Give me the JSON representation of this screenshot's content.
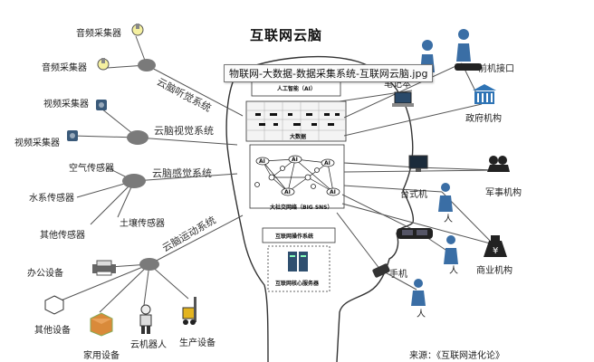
{
  "figure": {
    "title": "互联网云脑",
    "tooltip": "物联网-大数据-数据采集系统-互联网云脑.jpg",
    "source": "来源：《互联网进化论》"
  },
  "branches": {
    "hearing": "云脑听觉系统",
    "vision": "云脑视觉系统",
    "sensing": "云脑感觉系统",
    "motion": "云脑运动系统"
  },
  "left_nodes": {
    "audio1": "音频采集器",
    "audio2": "音频采集器",
    "video1": "视频采集器",
    "video2": "视频采集器",
    "air": "空气传感器",
    "water": "水系传感器",
    "soil": "土壤传感器",
    "other_sensor": "其他传感器",
    "office": "办公设备",
    "other_device": "其他设备",
    "home": "家用设备",
    "robot": "云机器人",
    "production": "生产设备"
  },
  "brain_layers": {
    "ai_layer": "人工智能（AI）",
    "bigdata": "大数据",
    "sns": "大社交网络（BIG SNS）",
    "os": "互联网操作系统",
    "server": "互联网核心服务器",
    "ai_node": "AI"
  },
  "right_nodes": {
    "laptop": "笔记本",
    "frontend": "前机接口",
    "gov": "政府机构",
    "desktop": "台式机",
    "military": "军事机构",
    "person": "人",
    "phone": "手机",
    "business": "商业机构"
  },
  "colors": {
    "line": "#555555",
    "hub": "#7a7a7a",
    "head_outline": "#333333",
    "person": "#3a6ea5",
    "building": "#2f74b5"
  }
}
